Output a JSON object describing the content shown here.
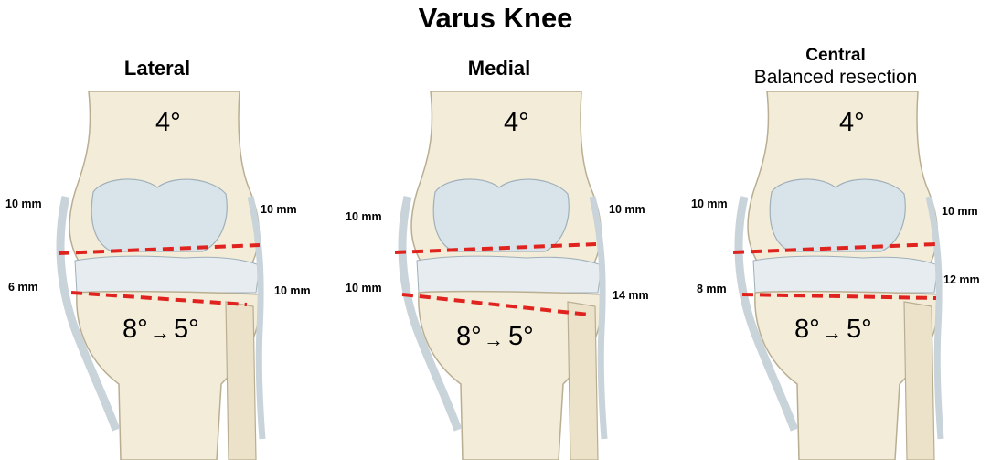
{
  "figure_title": "Varus Knee",
  "panels": [
    {
      "title": "Lateral",
      "subtitle": "",
      "femur_angle": "4°",
      "tibia_angle_from": "8°",
      "tibia_angle_to": "5°",
      "labels": {
        "upper_left": "10 mm",
        "upper_right": "10 mm",
        "lower_left": "6 mm",
        "lower_right": "10 mm"
      }
    },
    {
      "title": "Medial",
      "subtitle": "",
      "femur_angle": "4°",
      "tibia_angle_from": "8°",
      "tibia_angle_to": "5°",
      "labels": {
        "upper_left": "10 mm",
        "upper_right": "10 mm",
        "lower_left": "10 mm",
        "lower_right": "14 mm"
      }
    },
    {
      "title": "Central",
      "subtitle": "Balanced resection",
      "femur_angle": "4°",
      "tibia_angle_from": "8°",
      "tibia_angle_to": "5°",
      "labels": {
        "upper_left": "10 mm",
        "upper_right": "10 mm",
        "lower_left": "8 mm",
        "lower_right": "12 mm"
      }
    }
  ],
  "arrow_glyph": "→",
  "colors": {
    "bone": "#f3ecd8",
    "bone_shadow": "#e2d6b6",
    "cartilage": "#d9e4ea",
    "ligament": "#c8d3da",
    "cut_line": "#e0231f",
    "outline": "#b9ae92"
  }
}
